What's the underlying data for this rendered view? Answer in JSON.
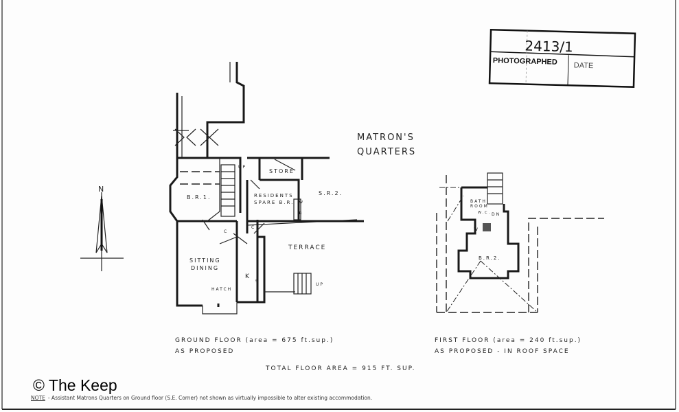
{
  "title": {
    "line1": "MATRON'S",
    "line2": "QUARTERS"
  },
  "north_label": "N",
  "stamp": {
    "reference": "2413/1",
    "photographed": "PHOTOGRAPHED",
    "date": "DATE"
  },
  "ground_floor": {
    "rooms": {
      "br1": "B.R.1.",
      "store": "STORE",
      "sr2": "S.R.2.",
      "residents": "RESIDENTS",
      "spare_br": "SPARE B.R.",
      "terrace": "TERRACE",
      "sitting": "SITTING",
      "dining": "DINING",
      "hatch": "HATCH",
      "kitchen": "K",
      "up1": "UP",
      "up2": "UP",
      "c1": "C",
      "c2": "C",
      "w": "W",
      "r": "R",
      "s": "S"
    },
    "caption": "GROUND FLOOR (area = 675 ft.sup.)",
    "subcaption": "AS PROPOSED"
  },
  "first_floor": {
    "rooms": {
      "bath": "BATH",
      "room": "ROOM",
      "wc": "W.C.",
      "dn": "DN",
      "w": "W",
      "br2": "B.R.2."
    },
    "caption": "FIRST FLOOR (area = 240 ft.sup.)",
    "subcaption": "AS PROPOSED - IN ROOF SPACE"
  },
  "total": "TOTAL FLOOR AREA = 915 FT. SUP.",
  "copyright": "© The Keep",
  "note": {
    "label": "NOTE",
    "text": "- Assistant Matrons Quarters on Ground floor (S.E. Corner) not shown as virtually impossible to alter existing accommodation."
  }
}
